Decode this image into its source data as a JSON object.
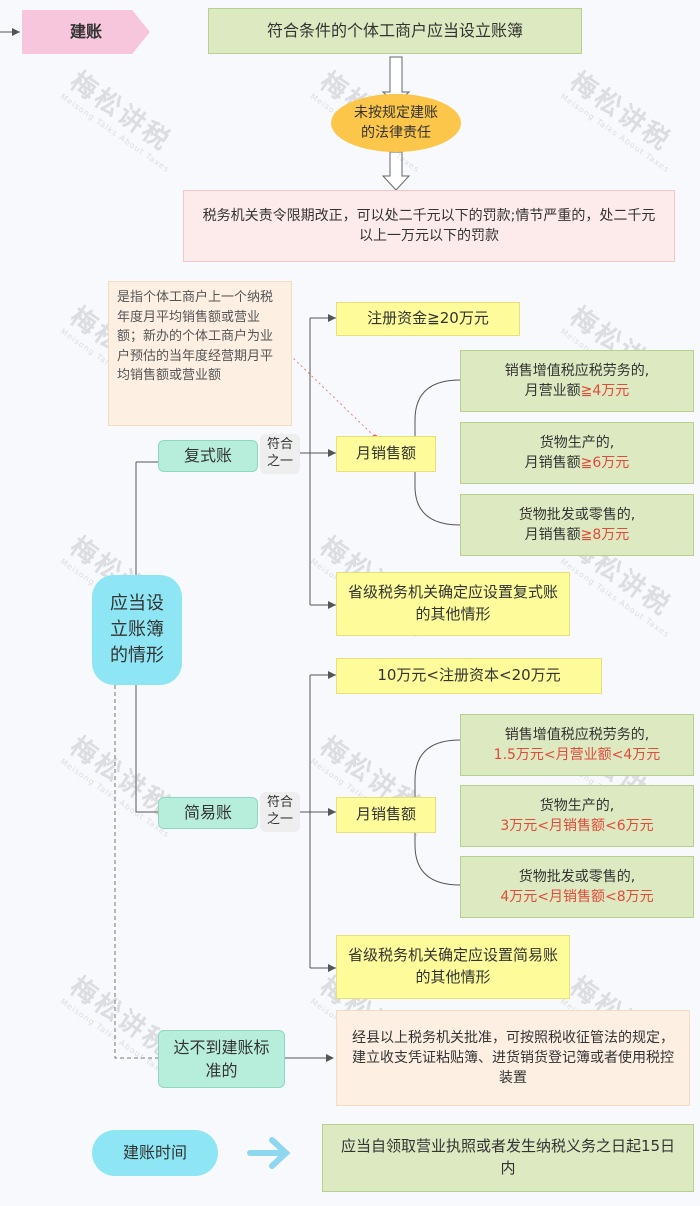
{
  "header": {
    "tag": "建账",
    "title": "符合条件的个体工商户应当设立账簿"
  },
  "liability": {
    "label": "未按规定建账的法律责任",
    "text": "税务机关责令限期改正，可以处二千元以下的罚款;情节严重的，处二千元以上一万元以下的罚款"
  },
  "note": "是指个体工商户上一个纳税年度月平均销售额或营业额；新办的个体工商户为业户预估的当年度经营期月平均销售额或营业额",
  "center_label": "应当设立账簿的情形",
  "complex": {
    "label": "复式账",
    "connector": "符合之一",
    "capital": "注册资金≧20万元",
    "monthly": "月销售额",
    "items": [
      {
        "line1": "销售增值税应税劳务的,",
        "line2_prefix": "月营业额",
        "line2_red": "≧4万元"
      },
      {
        "line1": "货物生产的,",
        "line2_prefix": "月销售额",
        "line2_red": "≧6万元"
      },
      {
        "line1": "货物批发或零售的,",
        "line2_prefix": "月销售额",
        "line2_red": "≧8万元"
      }
    ],
    "other": "省级税务机关确定应设置复式账的其他情形"
  },
  "simple": {
    "label": "简易账",
    "connector": "符合之一",
    "capital": "10万元<注册资本<20万元",
    "monthly": "月销售额",
    "items": [
      {
        "line1": "销售增值税应税劳务的,",
        "line2": "1.5万元<月营业额<4万元"
      },
      {
        "line1": "货物生产的,",
        "line2": "3万元<月销售额<6万元"
      },
      {
        "line1": "货物批发或零售的,",
        "line2": "4万元<月销售额<8万元"
      }
    ],
    "other": "省级税务机关确定应设置简易账的其他情形"
  },
  "below_standard": {
    "label": "达不到建账标准的",
    "text": "经县以上税务机关批准，可按照税收征管法的规定，建立收支凭证粘贴簿、进货销货登记簿或者使用税控装置"
  },
  "timing": {
    "label": "建账时间",
    "text": "应当自领取营业执照或者发生纳税义务之日起15日内"
  },
  "watermark": {
    "text": "梅松讲税",
    "sub": "Meisong Talks About Taxes"
  }
}
